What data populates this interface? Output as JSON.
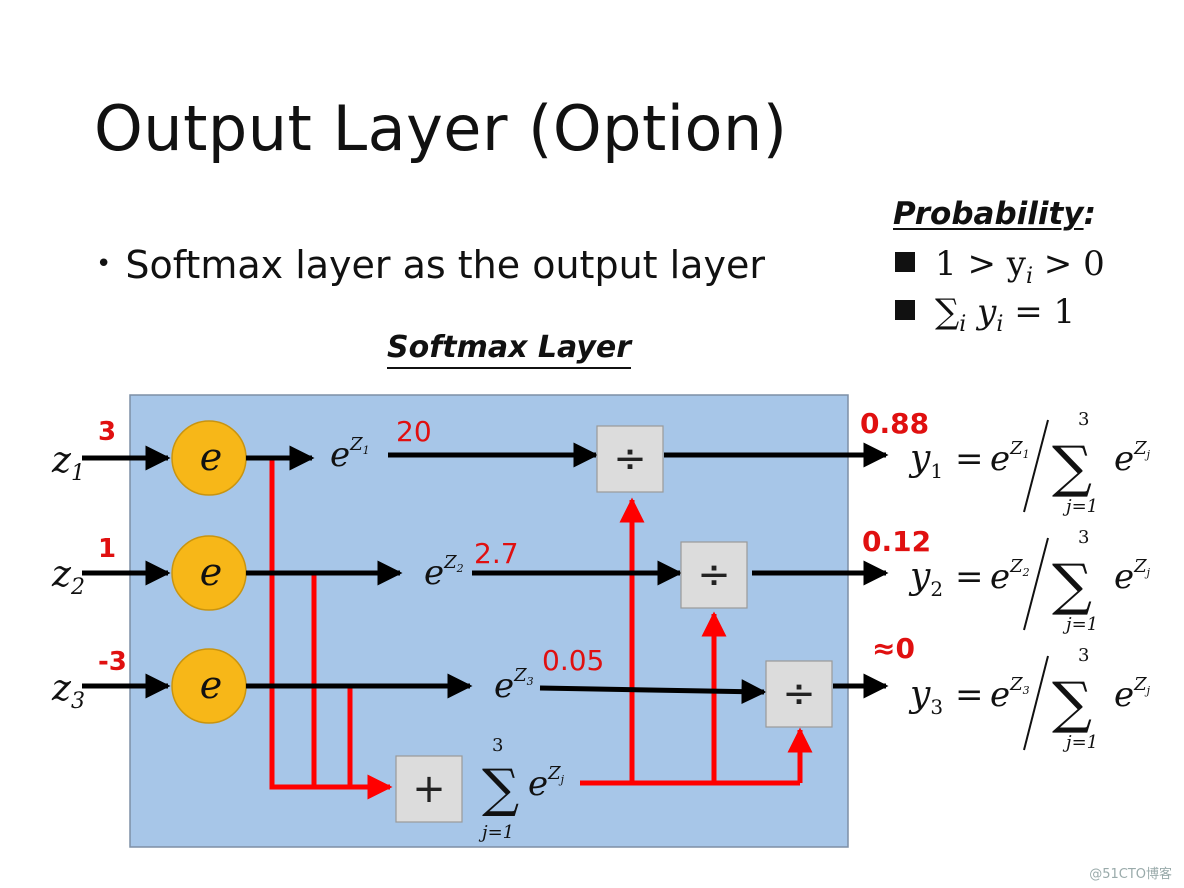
{
  "slide": {
    "title": "Output Layer (Option)",
    "bullet": "Softmax layer as the output layer",
    "softmax_label": "Softmax Layer"
  },
  "probability": {
    "heading": "Probability",
    "rule1": "1 > y",
    "rule1_sub": "i",
    "rule1_tail": " > 0",
    "rule2": "∑",
    "rule2_sub": "i",
    "rule2_tail": " y",
    "rule2_sub2": "i",
    "rule2_end": " = 1"
  },
  "nodes": {
    "exp_label": "e",
    "sum_op": "+",
    "div_op": "÷"
  },
  "rows": [
    {
      "input": "z",
      "index": "1",
      "value": "3",
      "exp": "20",
      "output_prob": "0.88",
      "y": "y",
      "y_index": "1"
    },
    {
      "input": "z",
      "index": "2",
      "value": "1",
      "exp": "2.7",
      "output_prob": "0.12",
      "y": "y",
      "y_index": "2"
    },
    {
      "input": "z",
      "index": "3",
      "value": "-3",
      "exp": "0.05",
      "output_prob": "≈0",
      "y": "y",
      "y_index": "3"
    }
  ],
  "formula": {
    "e": "e",
    "z": "Z",
    "sum": "∑",
    "upper": "3",
    "lower": "j=1",
    "zj": "Z",
    "j": "j",
    "eq": "="
  },
  "watermark": "@51CTO博客",
  "colors": {
    "panel": "#a7c6e8",
    "node": "#f7b718",
    "arrow_black": "#000000",
    "arrow_red": "#ff0000",
    "value_red": "#e01010",
    "op_box": "#dcdcdc"
  }
}
